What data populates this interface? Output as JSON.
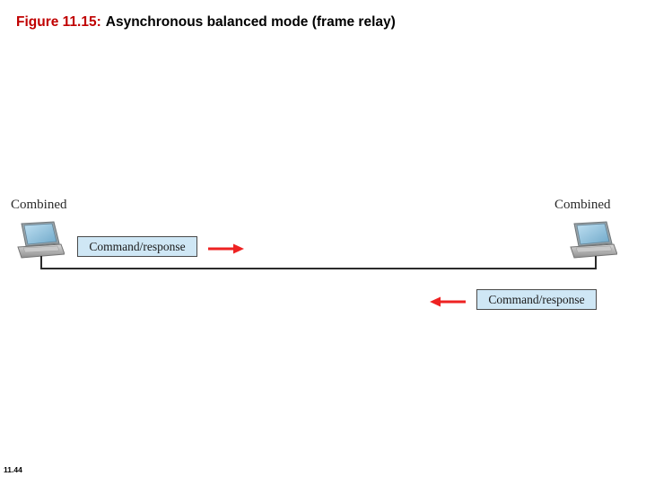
{
  "slide": {
    "title": {
      "figure_label": "Figure 11.15:",
      "text": "Asynchronous balanced mode (frame relay)"
    },
    "page_number": "11.44",
    "diagram": {
      "nodes": [
        {
          "name": "left-station",
          "label": "Combined",
          "device": "laptop-icon"
        },
        {
          "name": "right-station",
          "label": "Combined",
          "device": "laptop-icon"
        }
      ],
      "frames": [
        {
          "name": "frame-top",
          "label": "Command/response",
          "direction": "right"
        },
        {
          "name": "frame-bottom",
          "label": "Command/response",
          "direction": "left"
        }
      ],
      "colors": {
        "frame_fill": "#cfe7f5",
        "frame_border": "#4a4a4a",
        "arrow": "#ee2222",
        "link_line": "#2b2b2b",
        "title_accent": "#c00000"
      }
    }
  }
}
